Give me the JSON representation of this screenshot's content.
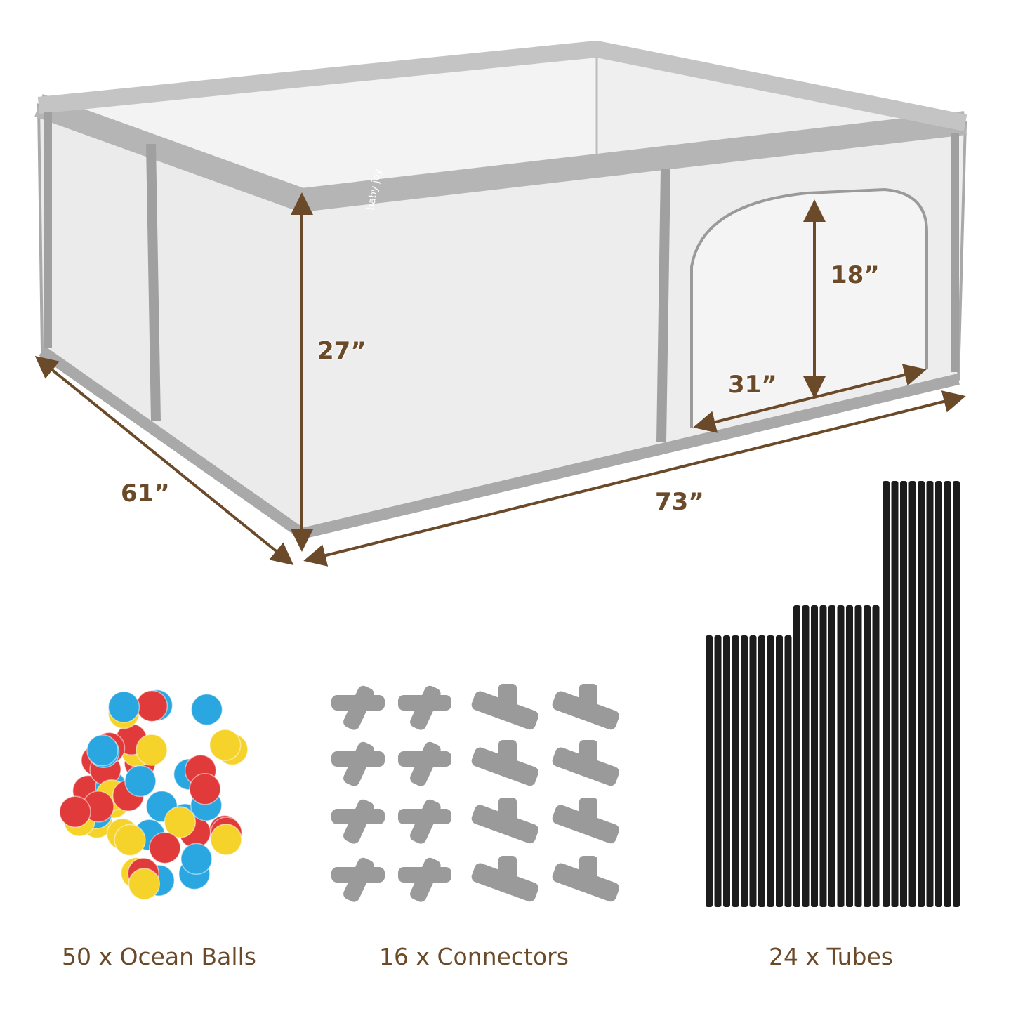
{
  "colors": {
    "dimension": "#6b4a2a",
    "frame": "#a9a9a9",
    "mesh": "#ececec",
    "tube": "#1c1c1c",
    "connector": "#9a9a9a",
    "ball_red": "#e03a3a",
    "ball_blue": "#2aa6e0",
    "ball_yellow": "#f5d32a"
  },
  "logo": "baby joy",
  "dimensions": {
    "length": "73”",
    "width": "61”",
    "height": "27”",
    "door_height": "18”",
    "door_width": "31”"
  },
  "accessories": [
    {
      "label": "50 x Ocean Balls",
      "icon": "ball-pit-balls-icon"
    },
    {
      "label": "16 x Connectors",
      "icon": "connector-icon"
    },
    {
      "label": "24 x Tubes",
      "icon": "tube-icon"
    }
  ]
}
